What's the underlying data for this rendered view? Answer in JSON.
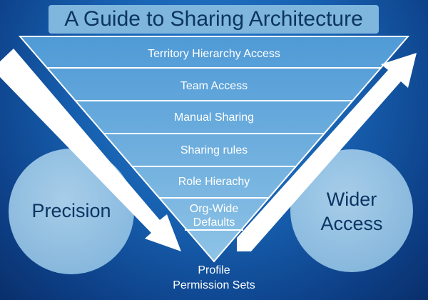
{
  "title": "A Guide to Sharing Architecture",
  "levels": [
    "Territory Hierarchy Access",
    "Team Access",
    "Manual Sharing",
    "Sharing rules",
    "Role Hierachy",
    "Org-Wide Defaults"
  ],
  "bottom": {
    "line1": "Profile",
    "line2": "Permission Sets"
  },
  "left_circle": {
    "label": "Precision"
  },
  "right_circle": {
    "line1": "Wider",
    "line2": "Access"
  },
  "colors": {
    "background": "#1760b0",
    "title_box": "#7fb6de",
    "title_text": "#0c3563",
    "funnel_top": "#4f9ad6",
    "funnel_bottom": "#8ec3e6",
    "circle_fill": "#9ec8e6",
    "arrow": "#ffffff"
  }
}
